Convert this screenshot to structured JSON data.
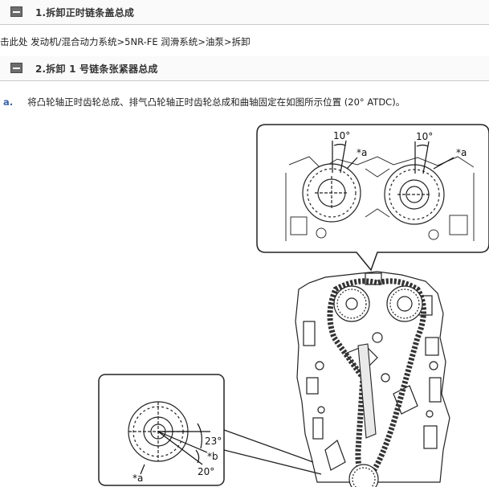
{
  "sections": [
    {
      "title": "1.拆卸正时链条盖总成"
    },
    {
      "title": "2.拆卸 1 号链条张紧器总成"
    }
  ],
  "path_text": "击此处 发动机/混合动力系统>5NR-FE 润滑系统>油泵>拆卸",
  "step": {
    "marker": "a.",
    "text": "将凸轮轴正时齿轮总成、排气凸轮轴正时齿轮总成和曲轴固定在如图所示位置 (20° ATDC)。"
  },
  "figure": {
    "top_left_angle": "10°",
    "top_right_angle": "10°",
    "top_left_mark": "*a",
    "top_right_mark": "*a",
    "bottom_angle_upper": "23°",
    "bottom_angle_lower": "20°",
    "bottom_mark_b": "*b",
    "bottom_mark_a": "*a"
  },
  "colors": {
    "marker": "#3b62a8",
    "header_icon": "#6d6d6d"
  }
}
